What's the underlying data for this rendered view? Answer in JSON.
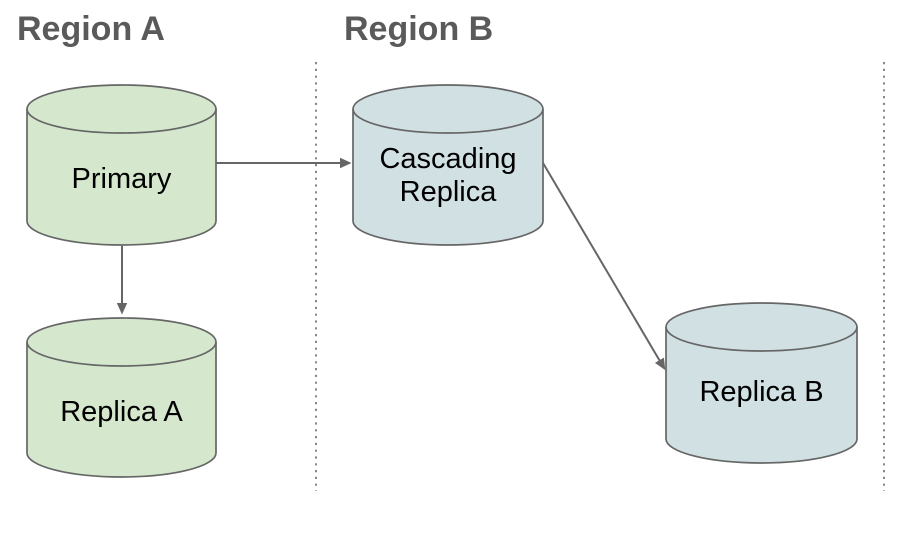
{
  "diagram": {
    "type": "database-replication-topology",
    "regions": [
      {
        "name": "Region A"
      },
      {
        "name": "Region B"
      }
    ],
    "nodes": [
      {
        "id": "primary",
        "label": "Primary",
        "shape": "database-cylinder",
        "region": "Region A",
        "fill": "#d5e8ce",
        "stroke": "#666666"
      },
      {
        "id": "cascading-replica",
        "label": "Cascading Replica",
        "shape": "database-cylinder",
        "region": "Region B",
        "fill": "#d0e0e3",
        "stroke": "#666666"
      },
      {
        "id": "replica-a",
        "label": "Replica A",
        "shape": "database-cylinder",
        "region": "Region A",
        "fill": "#d5e8ce",
        "stroke": "#666666"
      },
      {
        "id": "replica-b",
        "label": "Replica B",
        "shape": "database-cylinder",
        "region": "Region B",
        "fill": "#d0e0e3",
        "stroke": "#666666"
      }
    ],
    "edges": [
      {
        "from": "Primary",
        "to": "Cascading Replica",
        "directed": true
      },
      {
        "from": "Primary",
        "to": "Replica A",
        "directed": true
      },
      {
        "from": "Cascading Replica",
        "to": "Replica B",
        "directed": true
      }
    ],
    "colors": {
      "background": "#ffffff",
      "region_title": "#5a5a5a",
      "edge": "#666666",
      "separator": "#6b6b6b",
      "node_label": "#000000",
      "green_fill": "#d5e8ce",
      "blue_fill": "#d0e0e3"
    }
  }
}
